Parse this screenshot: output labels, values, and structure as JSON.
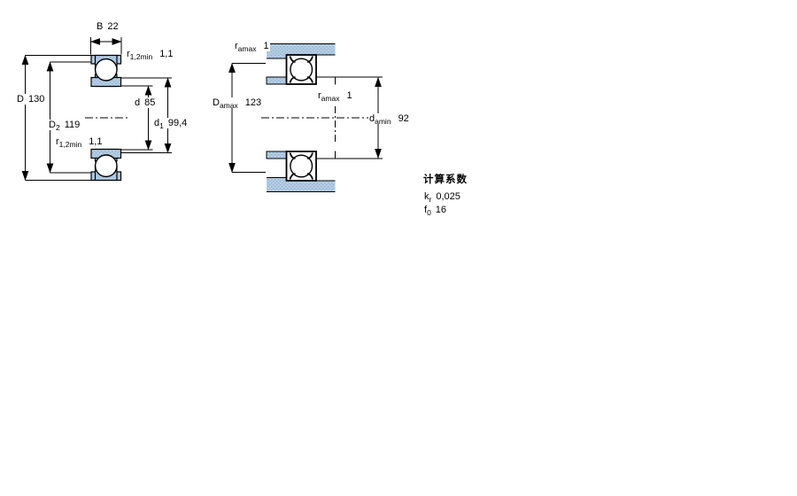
{
  "colors": {
    "section_fill": "#b5cde3",
    "section_dot": "#8fb2d0",
    "line": "#000000",
    "background": "#ffffff"
  },
  "figure_left": {
    "name": "bearing cross-section with boundary dimensions",
    "dims": {
      "B": {
        "sym": "B",
        "sub": "",
        "val": "22"
      },
      "r12_top": {
        "sym": "r",
        "sub": "1,2min",
        "val": "1,1"
      },
      "D": {
        "sym": "D",
        "sub": "",
        "val": "130"
      },
      "D2": {
        "sym": "D",
        "sub": "2",
        "val": "119"
      },
      "d": {
        "sym": "d",
        "sub": "",
        "val": "85"
      },
      "d1": {
        "sym": "d",
        "sub": "1",
        "val": "99,4"
      },
      "r12_mid": {
        "sym": "r",
        "sub": "1,2min",
        "val": "1,1"
      }
    }
  },
  "figure_right": {
    "name": "bearing abutment / fillet mounting dimensions",
    "dims": {
      "ra_top": {
        "sym": "r",
        "sub": "amax",
        "val": "1"
      },
      "Da_max": {
        "sym": "D",
        "sub": "amax",
        "val": "123"
      },
      "ra_mid": {
        "sym": "r",
        "sub": "amax",
        "val": "1"
      },
      "da_min": {
        "sym": "d",
        "sub": "amin",
        "val": "92"
      }
    }
  },
  "calculation_factors": {
    "heading": "计算系数",
    "rows": [
      {
        "sym": "k",
        "sub": "r",
        "val": "0,025"
      },
      {
        "sym": "f",
        "sub": "0",
        "val": "16"
      }
    ]
  }
}
